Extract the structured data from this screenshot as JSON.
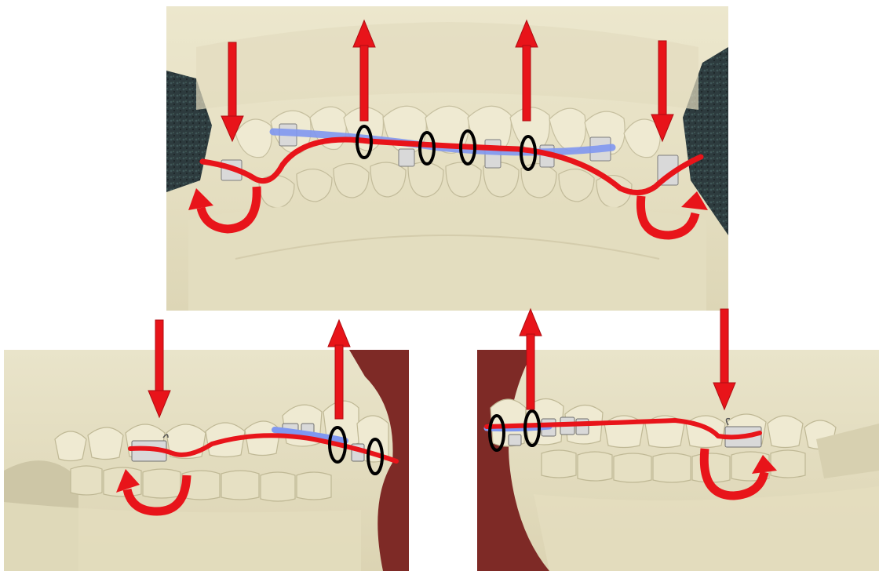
{
  "panels": [
    {
      "id": "top",
      "view": "frontal"
    },
    {
      "id": "bottom-left",
      "view": "right-lateral"
    },
    {
      "id": "bottom-right",
      "view": "left-lateral"
    }
  ],
  "colors": {
    "archwire": "#e8141a",
    "auxiliary_wire": "#7f97f0",
    "force_arrow": "#e8141a",
    "ring_marker": "#000000",
    "cast_plaster": "#e8e2c6",
    "cast_shadow": "#c9c2a2",
    "dark_background": "#2b3a3c",
    "red_background": "#7e2a26",
    "bracket": "#d8d8d8"
  },
  "icons": [
    "intrusion-arrow-icon",
    "extrusion-arrow-icon",
    "rotation-arrow-icon",
    "ring-marker-icon",
    "bracket-icon"
  ]
}
